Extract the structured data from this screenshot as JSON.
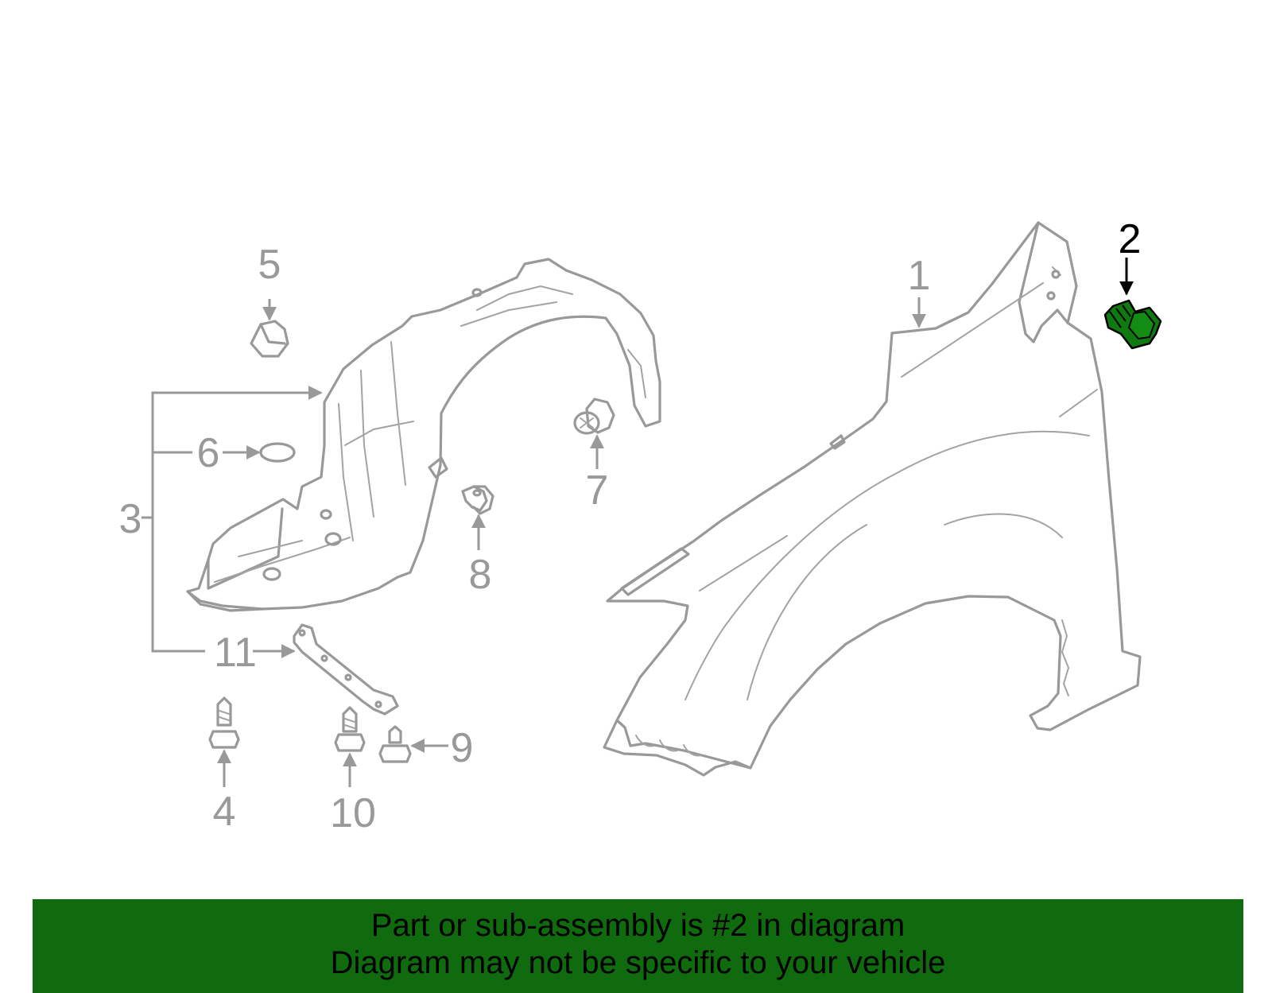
{
  "callouts": {
    "c1": "1",
    "c2": "2",
    "c3": "3",
    "c4": "4",
    "c5": "5",
    "c6": "6",
    "c7": "7",
    "c8": "8",
    "c9": "9",
    "c10": "10",
    "c11": "11"
  },
  "highlight": {
    "callout": "2",
    "color": "#0f7a0f",
    "outline": "#000000"
  },
  "banner": {
    "line1": "Part or sub-assembly is #2 in diagram",
    "line2": "Diagram may not be specific to your vehicle",
    "background": "#0f6b0d"
  },
  "colors": {
    "line_art": "#999999"
  }
}
